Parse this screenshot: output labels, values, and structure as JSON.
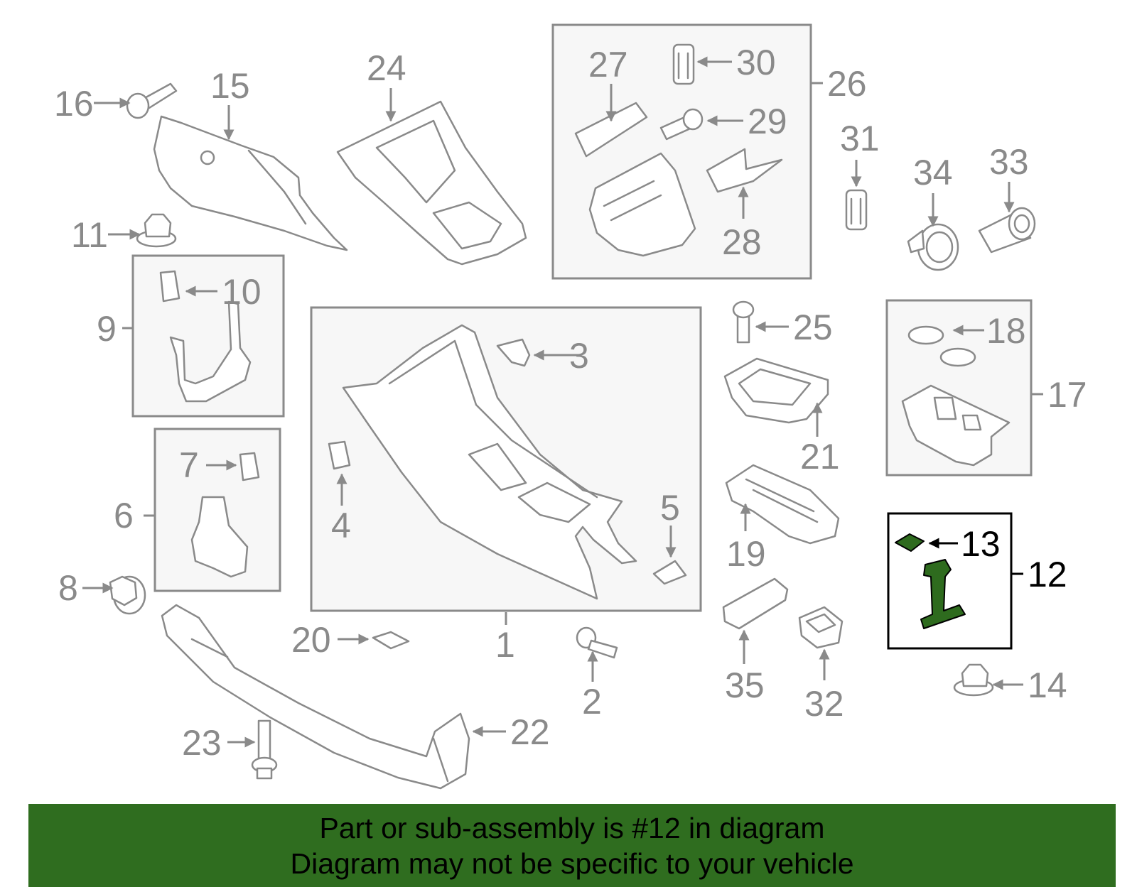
{
  "callouts": {
    "c1": "1",
    "c2": "2",
    "c3": "3",
    "c4": "4",
    "c5": "5",
    "c6": "6",
    "c7": "7",
    "c8": "8",
    "c9": "9",
    "c10": "10",
    "c11": "11",
    "c12": "12",
    "c13": "13",
    "c14": "14",
    "c15": "15",
    "c16": "16",
    "c17": "17",
    "c18": "18",
    "c19": "19",
    "c20": "20",
    "c21": "21",
    "c22": "22",
    "c23": "23",
    "c24": "24",
    "c25": "25",
    "c26": "26",
    "c27": "27",
    "c28": "28",
    "c29": "29",
    "c30": "30",
    "c31": "31",
    "c32": "32",
    "c33": "33",
    "c34": "34",
    "c35": "35"
  },
  "highlighted_part": "12",
  "colors": {
    "highlight": "#2e6b1e",
    "banner": "#2f6d1f",
    "line_art": "#8a8a8a"
  },
  "banner": {
    "line1": "Part or sub-assembly is #12 in diagram",
    "line2": "Diagram may not be specific to your vehicle"
  }
}
